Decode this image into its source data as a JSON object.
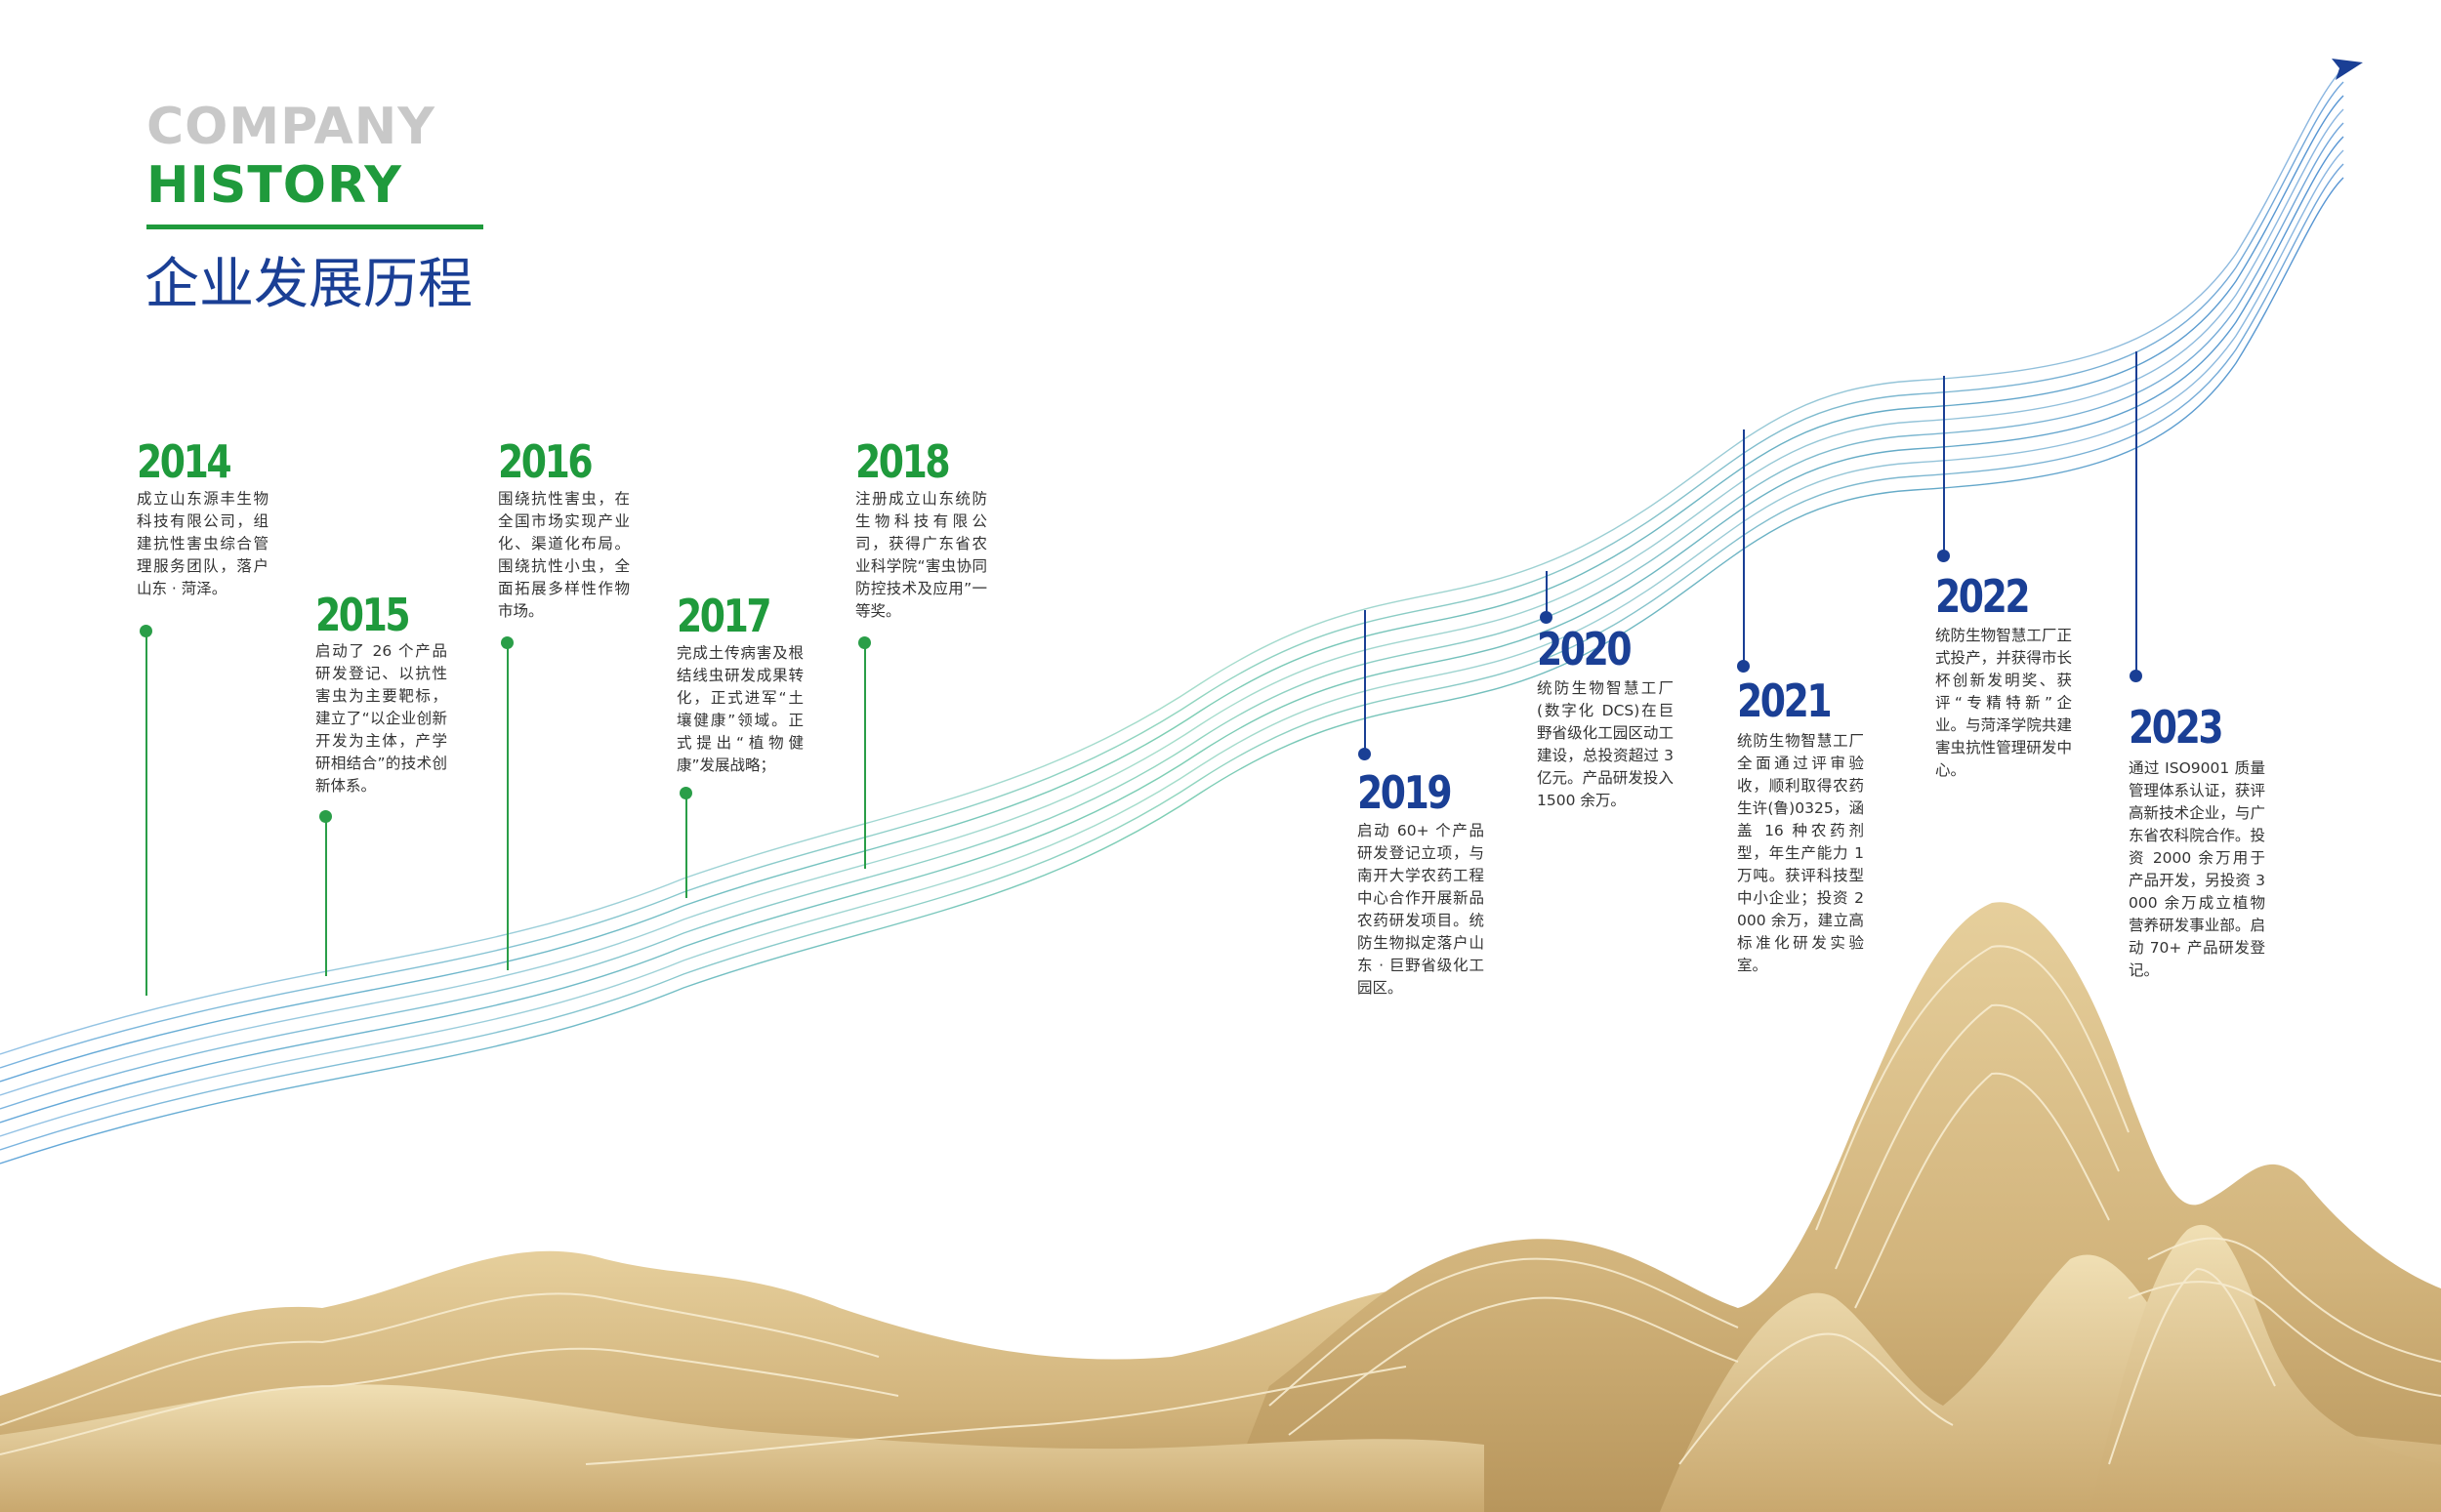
{
  "header": {
    "company": "COMPANY",
    "history": "HISTORY",
    "title_cn": "企业发展历程"
  },
  "colors": {
    "green": "#1f9a3c",
    "blue": "#1a3f95",
    "gray": "#c8c8c8",
    "gold": "#d9bd8a"
  },
  "icons": [
    "trend-arrow-icon"
  ],
  "milestones": [
    {
      "year": "2014",
      "text": "成立山东源丰生物科技有限公司，组建抗性害虫综合管理服务团队，落户山东 · 菏泽。"
    },
    {
      "year": "2015",
      "text": "启动了 26 个产品研发登记、以抗性害虫为主要靶标，建立了“以企业创新开发为主体，产学研相结合”的技术创新体系。"
    },
    {
      "year": "2016",
      "text": "围绕抗性害虫，在全国市场实现产业化、渠道化布局。围绕抗性小虫，全面拓展多样性作物市场。"
    },
    {
      "year": "2017",
      "text": "完成土传病害及根结线虫研发成果转化，正式进军“土壤健康”领域。正式提出“植物健康”发展战略；"
    },
    {
      "year": "2018",
      "text": "注册成立山东统防生物科技有限公司，获得广东省农业科学院“害虫协同防控技术及应用”一等奖。"
    },
    {
      "year": "2019",
      "text": "启动 60+ 个产品研发登记立项，与南开大学农药工程中心合作开展新品农药研发项目。统防生物拟定落户山东 · 巨野省级化工园区。"
    },
    {
      "year": "2020",
      "text": "统防生物智慧工厂(数字化 DCS)在巨野省级化工园区动工建设，总投资超过 3 亿元。产品研发投入 1500 余万。"
    },
    {
      "year": "2021",
      "text": "统防生物智慧工厂全面通过评审验收，顺利取得农药生许(鲁)0325，涵盖 16 种农药剂型，年生产能力 1 万吨。获评科技型中小企业；投资 2000 余万，建立高标准化研发实验室。"
    },
    {
      "year": "2022",
      "text": "统防生物智慧工厂正式投产，并获得市长杯创新发明奖、获评“专精特新”企业。与菏泽学院共建害虫抗性管理研发中心。"
    },
    {
      "year": "2023",
      "text": "通过 ISO9001 质量管理体系认证，获评高新技术企业，与广东省农科院合作。投资 2000 余万用于产品开发，另投资 3000 余万成立植物营养研发事业部。启动 70+ 产品研发登记。"
    }
  ]
}
